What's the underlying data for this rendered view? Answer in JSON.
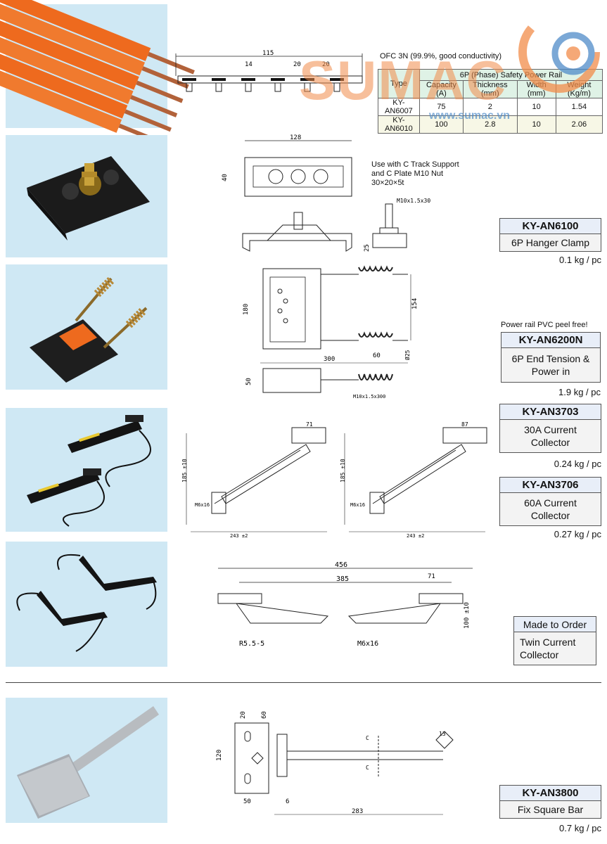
{
  "watermark": {
    "brand": "SUMAC",
    "site": "www.sumac.vn"
  },
  "rail": {
    "material_note": "OFC 3N (99.9%, good conductivity)",
    "caption": "6P (Phase) Safety Power Rail",
    "headers": [
      "Type",
      "Capacity (A)",
      "Thickness (mm)",
      "Width (mm)",
      "Weight (Kg/m)"
    ],
    "rows": [
      [
        "KY-AN6007",
        "75",
        "2",
        "10",
        "1.54"
      ],
      [
        "KY-AN6010",
        "100",
        "2.8",
        "10",
        "2.06"
      ]
    ],
    "dims": {
      "total": "115",
      "pitch": "20",
      "pitch2": "20",
      "gap": "14"
    }
  },
  "hanger": {
    "code": "KY-AN6100",
    "desc": "6P Hanger Clamp",
    "weight": "0.1 kg / pc",
    "note": "Use with C Track Support and C Plate M10 Nut 30×20×5t",
    "dims": {
      "length": "128",
      "height": "40",
      "bolt": "M10x1.5x30",
      "h2": "25"
    }
  },
  "end_tension": {
    "code": "KY-AN6200N",
    "desc": "6P End Tension & Power in",
    "weight": "1.9 kg / pc",
    "note": "Power rail PVC peel free!",
    "dims": {
      "height": "180",
      "span": "154",
      "length": "300",
      "spring": "60",
      "dia": "Ø25",
      "h2": "50",
      "bolt": "M10x1.5x300"
    }
  },
  "collector30": {
    "code": "KY-AN3703",
    "desc": "30A Current Collector",
    "weight": "0.24 kg / pc",
    "dims": {
      "top": "71",
      "height": "185 ±10",
      "bolt": "M6x16",
      "width": "243 ±2"
    }
  },
  "collector60": {
    "code": "KY-AN3706",
    "desc": "60A Current Collector",
    "weight": "0.27 kg / pc",
    "dims": {
      "top": "87",
      "height": "185 ±10",
      "bolt": "M6x16",
      "width": "243 ±2"
    }
  },
  "twin": {
    "badge": "Made to Order",
    "desc": "Twin Current Collector",
    "dims": {
      "total": "456",
      "inner": "385",
      "top": "71",
      "height": "100 ±10",
      "radius": "R5.5-5",
      "bolt": "M6x16"
    }
  },
  "square_bar": {
    "code": "KY-AN3800",
    "desc": "Fix Square Bar",
    "weight": "0.7 kg / pc",
    "dims": {
      "d20": "20",
      "d60": "60",
      "h": "120",
      "w": "50",
      "t": "6",
      "len": "283",
      "sq": "13",
      "cut": "C"
    }
  },
  "colors": {
    "photo_bg": "#cfe8f4",
    "rail_orange": "#ee6a1e",
    "brand_orange": "#f28c4a",
    "brand_blue": "#4f8cc9"
  }
}
